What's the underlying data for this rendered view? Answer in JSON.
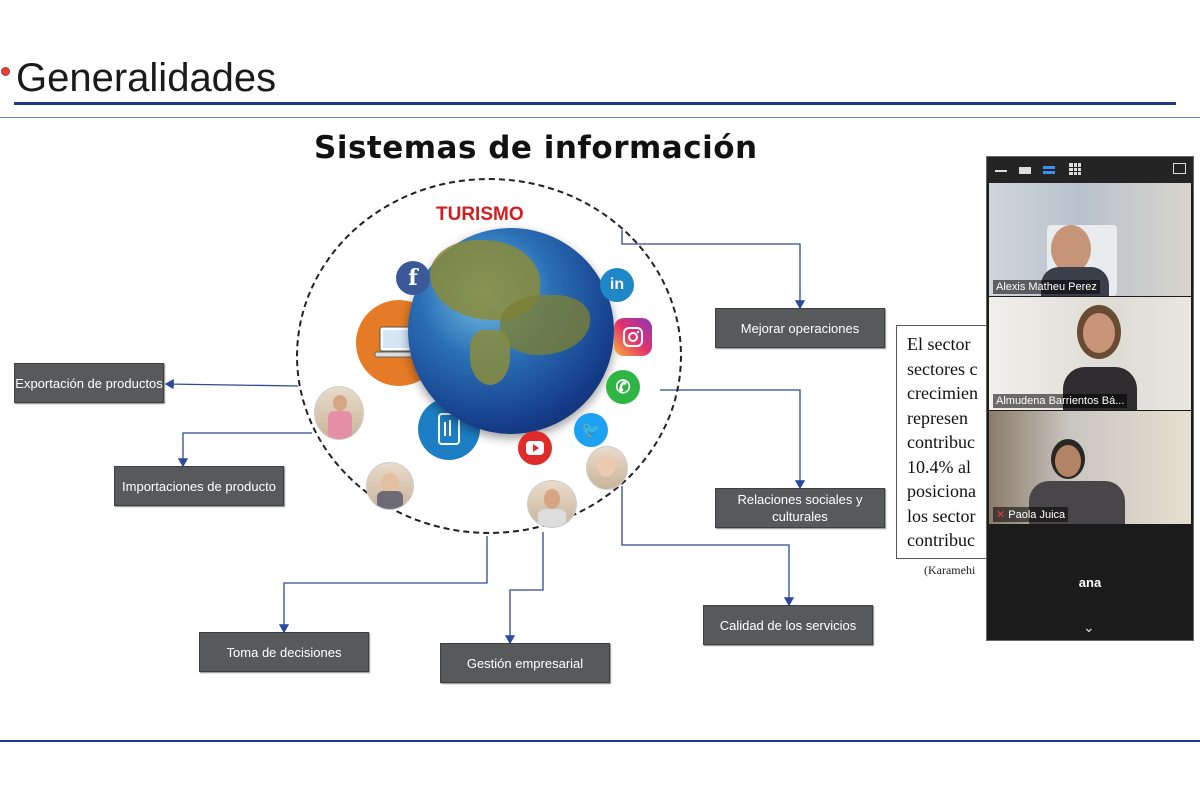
{
  "slide": {
    "title": "Generalidades",
    "diagram_title": "Sistemas de información",
    "center_label": "TURISMO"
  },
  "boxes": {
    "exportacion": "Exportación de productos",
    "importaciones": "Importaciones de producto",
    "toma": "Toma de decisiones",
    "gestion": "Gestión empresarial",
    "calidad": "Calidad de los servicios",
    "relaciones": "Relaciones sociales y culturales",
    "mejorar": "Mejorar operaciones"
  },
  "social_icons": [
    "facebook-icon",
    "linkedin-icon",
    "instagram-icon",
    "whatsapp-icon",
    "twitter-icon",
    "youtube-icon",
    "tablet-icon",
    "laptop-icon"
  ],
  "citation": {
    "lines": [
      "El sector",
      "sectores c",
      "crecimien",
      "represen",
      "contribuc",
      "10.4% al",
      "posiciona",
      "los sector",
      "contribuc"
    ],
    "reference": "(Karamehi"
  },
  "zoom": {
    "participants": [
      {
        "name": "Alexis Matheu Perez"
      },
      {
        "name": "Almudena Barrientos Bá..."
      },
      {
        "name": "Paola Juica"
      }
    ],
    "self_name": "ana"
  },
  "colors": {
    "accent_rule": "#1f3b8c",
    "box_fill": "#58595b",
    "turismo": "#d21e1e"
  }
}
